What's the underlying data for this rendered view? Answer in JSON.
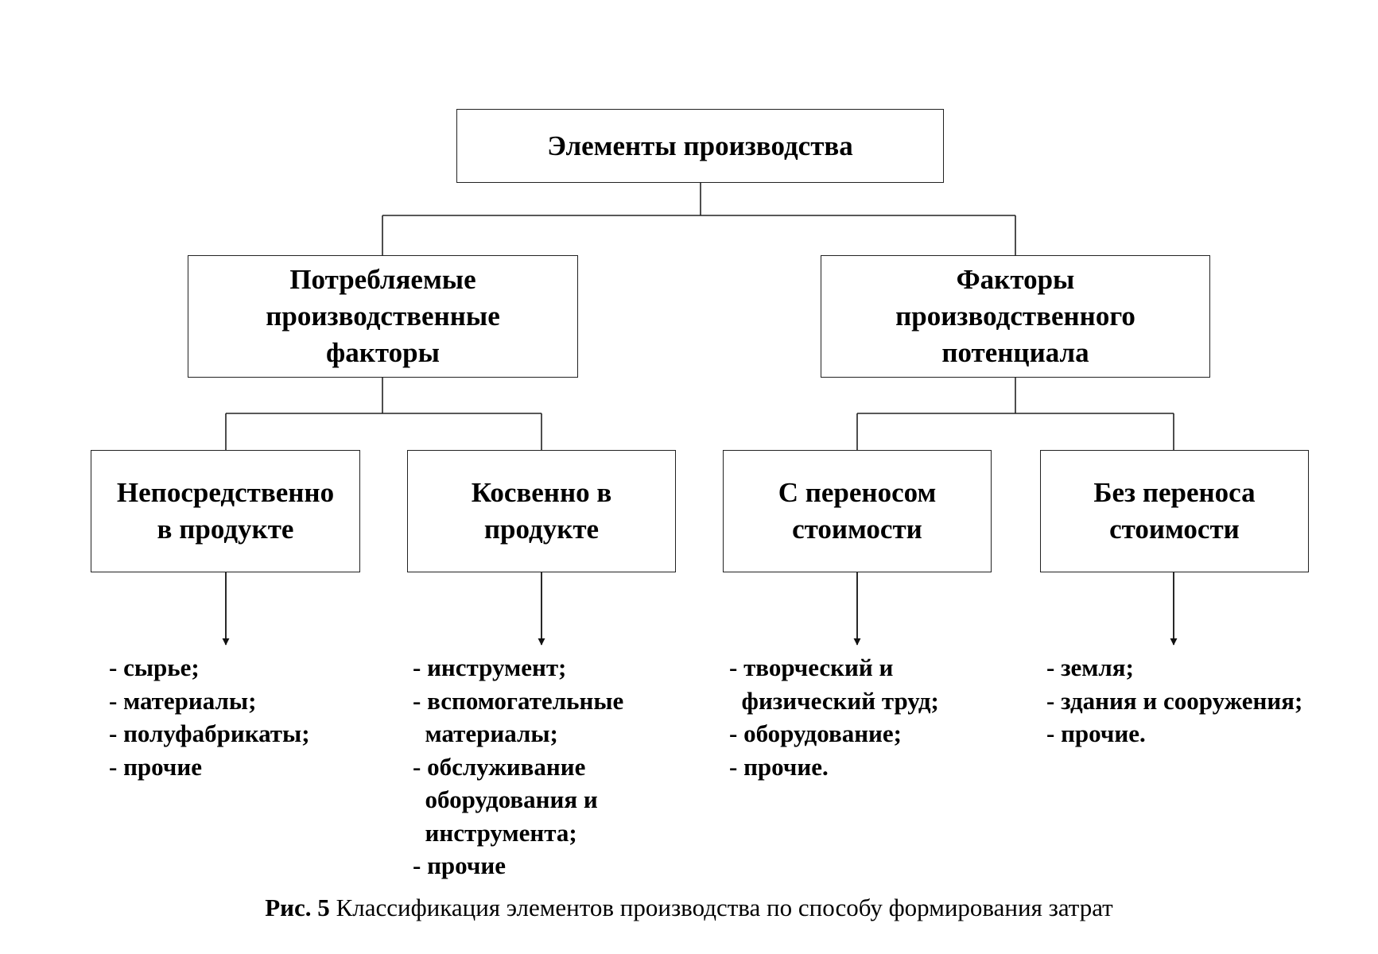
{
  "root": {
    "label": "Элементы производства"
  },
  "groups": [
    {
      "label": "Потребляемые\nпроизводственные\nфакторы",
      "children": [
        {
          "label": "Непосредственно\nв продукте",
          "items": [
            "- сырье;",
            "- материалы;",
            "- полуфабрикаты;",
            "- прочие"
          ]
        },
        {
          "label": "Косвенно в\nпродукте",
          "items": [
            "- инструмент;",
            "- вспомогательные",
            "  материалы;",
            "- обслуживание",
            "  оборудования и",
            "  инструмента;",
            "- прочие"
          ]
        }
      ]
    },
    {
      "label": "Факторы\nпроизводственного\nпотенциала",
      "children": [
        {
          "label": "С переносом\nстоимости",
          "items": [
            "- творческий и",
            "  физический труд;",
            "- оборудование;",
            "- прочие."
          ]
        },
        {
          "label": "Без переноса\nстоимости",
          "items": [
            "- земля;",
            "- здания и сооружения;",
            "- прочие."
          ]
        }
      ]
    }
  ],
  "caption": {
    "label": "Рис. 5",
    "text": " Классификация элементов производства по способу формирования затрат"
  }
}
